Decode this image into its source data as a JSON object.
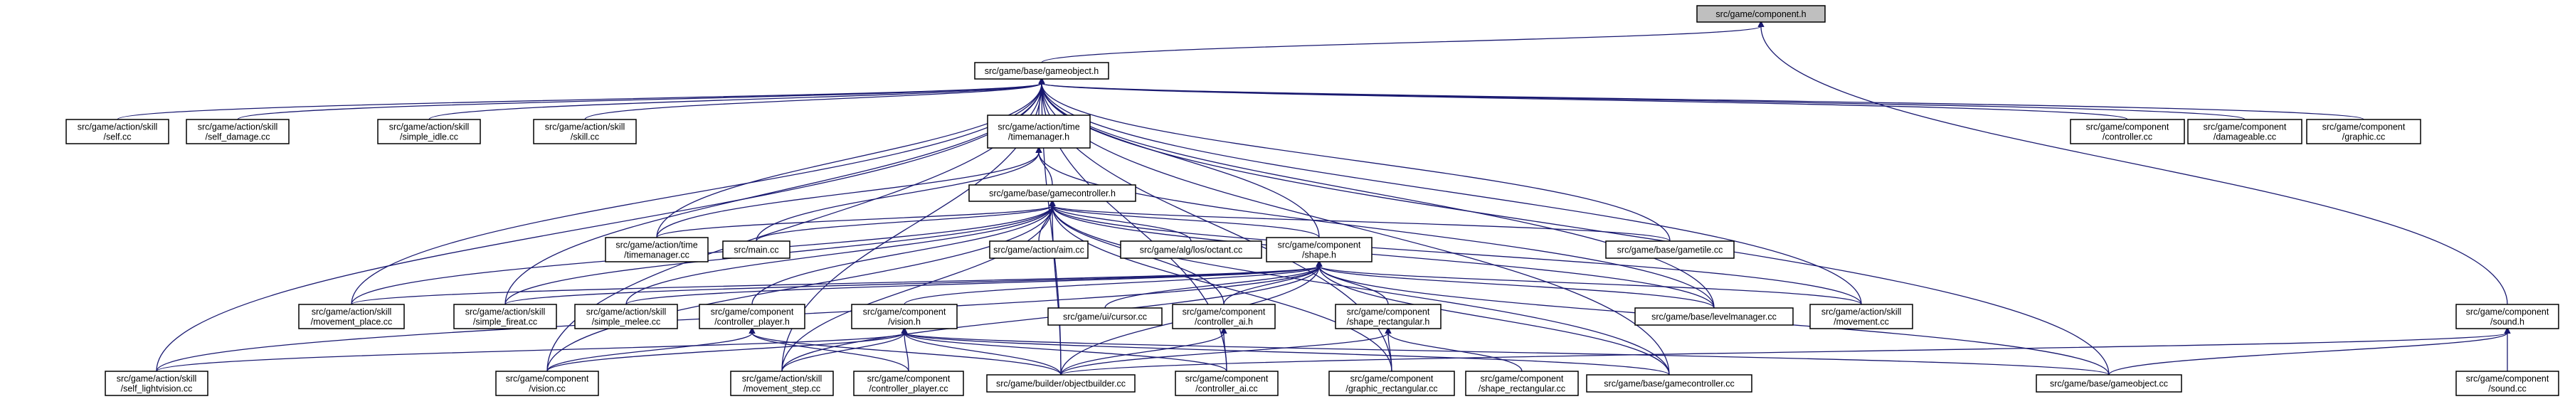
{
  "colors": {
    "edge": "#191970",
    "node_border": "#000000",
    "root_fill": "#bfbfbf",
    "node_fill": "#ffffff"
  },
  "nodes": [
    {
      "id": "component_h",
      "lines": [
        "src/game/component.h"
      ],
      "root": true
    },
    {
      "id": "gameobject_h",
      "lines": [
        "src/game/base/gameobject.h"
      ]
    },
    {
      "id": "self_cc",
      "lines": [
        "src/game/action/skill",
        "/self.cc"
      ]
    },
    {
      "id": "self_damage_cc",
      "lines": [
        "src/game/action/skill",
        "/self_damage.cc"
      ]
    },
    {
      "id": "simple_idle_cc",
      "lines": [
        "src/game/action/skill",
        "/simple_idle.cc"
      ]
    },
    {
      "id": "skill_cc",
      "lines": [
        "src/game/action/skill",
        "/skill.cc"
      ]
    },
    {
      "id": "timemanager_h",
      "lines": [
        "src/game/action/time",
        "/timemanager.h"
      ]
    },
    {
      "id": "controller_cc",
      "lines": [
        "src/game/component",
        "/controller.cc"
      ]
    },
    {
      "id": "damageable_cc",
      "lines": [
        "src/game/component",
        "/damageable.cc"
      ]
    },
    {
      "id": "graphic_cc",
      "lines": [
        "src/game/component",
        "/graphic.cc"
      ]
    },
    {
      "id": "gamecontroller_h",
      "lines": [
        "src/game/base/gamecontroller.h"
      ]
    },
    {
      "id": "timemanager_cc",
      "lines": [
        "src/game/action/time",
        "/timemanager.cc"
      ]
    },
    {
      "id": "main_cc",
      "lines": [
        "src/main.cc"
      ]
    },
    {
      "id": "aim_cc",
      "lines": [
        "src/game/action/aim.cc"
      ]
    },
    {
      "id": "octant_cc",
      "lines": [
        "src/game/alg/los/octant.cc"
      ]
    },
    {
      "id": "shape_h",
      "lines": [
        "src/game/component",
        "/shape.h"
      ]
    },
    {
      "id": "gametile_cc",
      "lines": [
        "src/game/base/gametile.cc"
      ]
    },
    {
      "id": "movement_place_cc",
      "lines": [
        "src/game/action/skill",
        "/movement_place.cc"
      ]
    },
    {
      "id": "simple_fireat_cc",
      "lines": [
        "src/game/action/skill",
        "/simple_fireat.cc"
      ]
    },
    {
      "id": "simple_melee_cc",
      "lines": [
        "src/game/action/skill",
        "/simple_melee.cc"
      ]
    },
    {
      "id": "controller_player_h",
      "lines": [
        "src/game/component",
        "/controller_player.h"
      ]
    },
    {
      "id": "vision_h",
      "lines": [
        "src/game/component",
        "/vision.h"
      ]
    },
    {
      "id": "cursor_cc",
      "lines": [
        "src/game/ui/cursor.cc"
      ]
    },
    {
      "id": "controller_ai_h",
      "lines": [
        "src/game/component",
        "/controller_ai.h"
      ]
    },
    {
      "id": "shape_rectangular_h",
      "lines": [
        "src/game/component",
        "/shape_rectangular.h"
      ]
    },
    {
      "id": "levelmanager_cc",
      "lines": [
        "src/game/base/levelmanager.cc"
      ]
    },
    {
      "id": "movement_cc",
      "lines": [
        "src/game/action/skill",
        "/movement.cc"
      ]
    },
    {
      "id": "sound_h",
      "lines": [
        "src/game/component",
        "/sound.h"
      ]
    },
    {
      "id": "self_lightvision_cc",
      "lines": [
        "src/game/action/skill",
        "/self_lightvision.cc"
      ]
    },
    {
      "id": "vision_cc",
      "lines": [
        "src/game/component",
        "/vision.cc"
      ]
    },
    {
      "id": "movement_step_cc",
      "lines": [
        "src/game/action/skill",
        "/movement_step.cc"
      ]
    },
    {
      "id": "controller_player_cc",
      "lines": [
        "src/game/component",
        "/controller_player.cc"
      ]
    },
    {
      "id": "objectbuilder_cc",
      "lines": [
        "src/game/builder/objectbuilder.cc"
      ]
    },
    {
      "id": "controller_ai_cc",
      "lines": [
        "src/game/component",
        "/controller_ai.cc"
      ]
    },
    {
      "id": "graphic_rectangular_cc",
      "lines": [
        "src/game/component",
        "/graphic_rectangular.cc"
      ]
    },
    {
      "id": "shape_rectangular_cc",
      "lines": [
        "src/game/component",
        "/shape_rectangular.cc"
      ]
    },
    {
      "id": "gamecontroller_cc",
      "lines": [
        "src/game/base/gamecontroller.cc"
      ]
    },
    {
      "id": "gameobject_cc",
      "lines": [
        "src/game/base/gameobject.cc"
      ]
    },
    {
      "id": "sound_cc",
      "lines": [
        "src/game/component",
        "/sound.cc"
      ]
    }
  ],
  "edges": [
    [
      "component_h",
      "gameobject_h"
    ],
    [
      "component_h",
      "sound_h"
    ],
    [
      "gameobject_h",
      "self_cc"
    ],
    [
      "gameobject_h",
      "self_damage_cc"
    ],
    [
      "gameobject_h",
      "simple_idle_cc"
    ],
    [
      "gameobject_h",
      "skill_cc"
    ],
    [
      "gameobject_h",
      "timemanager_h"
    ],
    [
      "gameobject_h",
      "controller_cc"
    ],
    [
      "gameobject_h",
      "damageable_cc"
    ],
    [
      "gameobject_h",
      "graphic_cc"
    ],
    [
      "gameobject_h",
      "gametile_cc"
    ],
    [
      "gameobject_h",
      "timemanager_cc"
    ],
    [
      "gameobject_h",
      "movement_place_cc"
    ],
    [
      "gameobject_h",
      "simple_fireat_cc"
    ],
    [
      "gameobject_h",
      "levelmanager_cc"
    ],
    [
      "gameobject_h",
      "movement_cc"
    ],
    [
      "gameobject_h",
      "self_lightvision_cc"
    ],
    [
      "gameobject_h",
      "vision_cc"
    ],
    [
      "gameobject_h",
      "gamecontroller_cc"
    ],
    [
      "gameobject_h",
      "gameobject_cc"
    ],
    [
      "gameobject_h",
      "objectbuilder_cc"
    ],
    [
      "gameobject_h",
      "controller_ai_cc"
    ],
    [
      "gameobject_h",
      "graphic_rectangular_cc"
    ],
    [
      "gameobject_h",
      "movement_step_cc"
    ],
    [
      "gameobject_h",
      "shape_h"
    ],
    [
      "timemanager_h",
      "gamecontroller_h"
    ],
    [
      "timemanager_h",
      "timemanager_cc"
    ],
    [
      "timemanager_h",
      "main_cc"
    ],
    [
      "timemanager_h",
      "levelmanager_cc"
    ],
    [
      "gamecontroller_h",
      "timemanager_cc"
    ],
    [
      "gamecontroller_h",
      "main_cc"
    ],
    [
      "gamecontroller_h",
      "aim_cc"
    ],
    [
      "gamecontroller_h",
      "octant_cc"
    ],
    [
      "gamecontroller_h",
      "shape_h"
    ],
    [
      "gamecontroller_h",
      "gametile_cc"
    ],
    [
      "gamecontroller_h",
      "movement_place_cc"
    ],
    [
      "gamecontroller_h",
      "simple_fireat_cc"
    ],
    [
      "gamecontroller_h",
      "simple_melee_cc"
    ],
    [
      "gamecontroller_h",
      "controller_player_h"
    ],
    [
      "gamecontroller_h",
      "levelmanager_cc"
    ],
    [
      "gamecontroller_h",
      "movement_cc"
    ],
    [
      "gamecontroller_h",
      "vision_cc"
    ],
    [
      "gamecontroller_h",
      "movement_step_cc"
    ],
    [
      "gamecontroller_h",
      "objectbuilder_cc"
    ],
    [
      "gamecontroller_h",
      "controller_ai_h"
    ],
    [
      "gamecontroller_h",
      "graphic_rectangular_cc"
    ],
    [
      "gamecontroller_h",
      "gamecontroller_cc"
    ],
    [
      "shape_h",
      "movement_place_cc"
    ],
    [
      "shape_h",
      "simple_fireat_cc"
    ],
    [
      "shape_h",
      "simple_melee_cc"
    ],
    [
      "shape_h",
      "vision_h"
    ],
    [
      "shape_h",
      "cursor_cc"
    ],
    [
      "shape_h",
      "controller_ai_h"
    ],
    [
      "shape_h",
      "shape_rectangular_h"
    ],
    [
      "shape_h",
      "levelmanager_cc"
    ],
    [
      "shape_h",
      "movement_cc"
    ],
    [
      "shape_h",
      "objectbuilder_cc"
    ],
    [
      "shape_h",
      "gamecontroller_cc"
    ],
    [
      "shape_h",
      "gameobject_cc"
    ],
    [
      "shape_h",
      "movement_step_cc"
    ],
    [
      "shape_h",
      "self_lightvision_cc"
    ],
    [
      "controller_player_h",
      "vision_cc"
    ],
    [
      "controller_player_h",
      "controller_player_cc"
    ],
    [
      "controller_player_h",
      "objectbuilder_cc"
    ],
    [
      "vision_h",
      "self_lightvision_cc"
    ],
    [
      "vision_h",
      "vision_cc"
    ],
    [
      "vision_h",
      "movement_step_cc"
    ],
    [
      "vision_h",
      "controller_player_cc"
    ],
    [
      "vision_h",
      "objectbuilder_cc"
    ],
    [
      "vision_h",
      "controller_ai_cc"
    ],
    [
      "vision_h",
      "gamecontroller_cc"
    ],
    [
      "vision_h",
      "gameobject_cc"
    ],
    [
      "controller_ai_h",
      "objectbuilder_cc"
    ],
    [
      "controller_ai_h",
      "controller_ai_cc"
    ],
    [
      "shape_rectangular_h",
      "objectbuilder_cc"
    ],
    [
      "shape_rectangular_h",
      "graphic_rectangular_cc"
    ],
    [
      "shape_rectangular_h",
      "shape_rectangular_cc"
    ],
    [
      "sound_h",
      "gameobject_cc"
    ],
    [
      "sound_h",
      "objectbuilder_cc"
    ],
    [
      "sound_h",
      "sound_cc"
    ]
  ]
}
